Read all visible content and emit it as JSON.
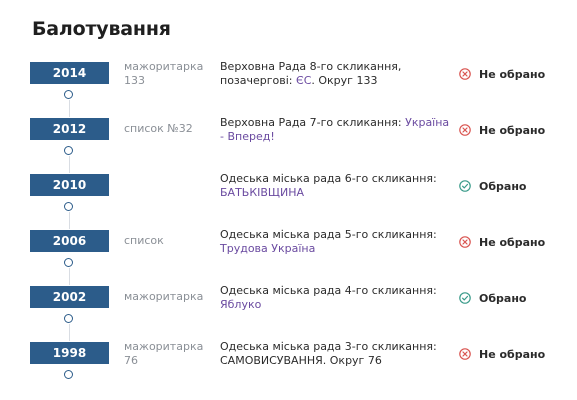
{
  "page_title": "Балотування",
  "colors": {
    "year_badge": "#2c5c8a",
    "party_link": "#6a4aa0",
    "not_elected": "#d9534f",
    "elected": "#3a9b8a"
  },
  "rows": [
    {
      "year": "2014",
      "type": "мажоритарка 133",
      "desc_before": "Верховна Рада 8-го скликання, позачергові: ",
      "party": "ЄС",
      "desc_after": ". Округ 133",
      "status_icon": "x-circle-icon",
      "status": "Не обрано"
    },
    {
      "year": "2012",
      "type": "список №32",
      "desc_before": "Верховна Рада 7-го скликання: ",
      "party": "Україна - Вперед!",
      "desc_after": "",
      "status_icon": "x-circle-icon",
      "status": "Не обрано"
    },
    {
      "year": "2010",
      "type": "",
      "desc_before": "Одеська міська рада 6-го скликання: ",
      "party": "БАТЬКІВЩИНА",
      "desc_after": "",
      "status_icon": "check-circle-icon",
      "status": "Обрано"
    },
    {
      "year": "2006",
      "type": "список",
      "desc_before": "Одеська міська рада 5-го скликання: ",
      "party": "Трудова Україна",
      "desc_after": "",
      "status_icon": "x-circle-icon",
      "status": "Не обрано"
    },
    {
      "year": "2002",
      "type": "мажоритарка",
      "desc_before": "Одеська міська рада 4-го скликання: ",
      "party": "Яблуко",
      "desc_after": "",
      "status_icon": "check-circle-icon",
      "status": "Обрано"
    },
    {
      "year": "1998",
      "type": "мажоритарка 76",
      "desc_before": "Одеська міська рада 3-го скликання: ",
      "party": "",
      "desc_after": "САМОВИСУВАННЯ. Округ 76",
      "status_icon": "x-circle-icon",
      "status": "Не обрано"
    }
  ]
}
